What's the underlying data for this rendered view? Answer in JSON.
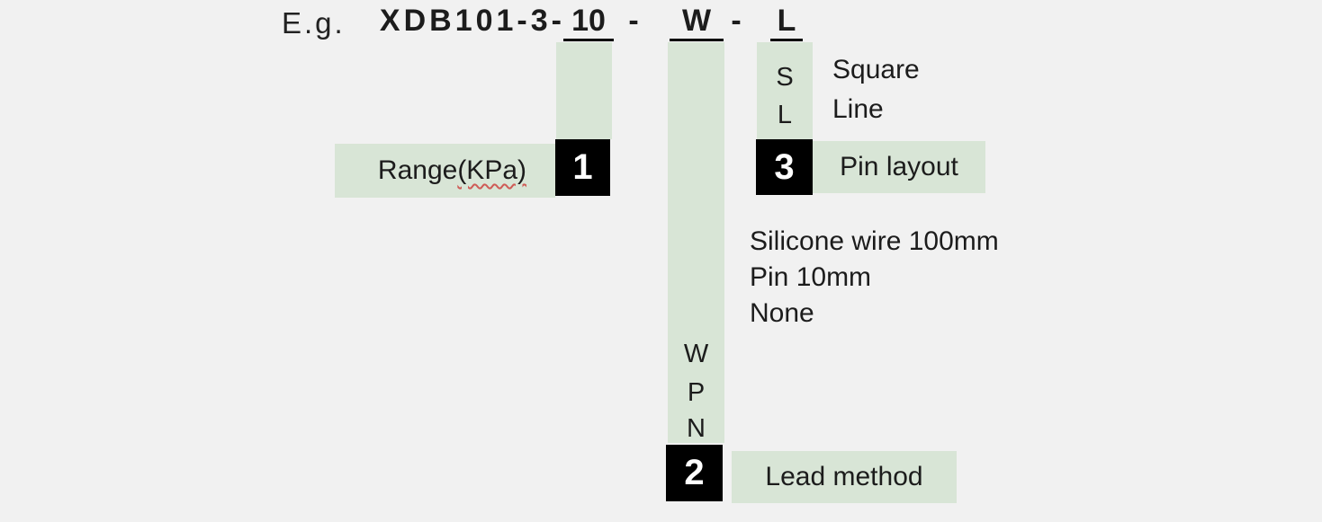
{
  "title": {
    "eg": "E.g.",
    "model_prefix": "XDB101-3-",
    "range_code": "10",
    "separator": "-",
    "lead_code": "W",
    "pin_code": "L"
  },
  "range": {
    "marker_number": "1",
    "label_main": "Range",
    "label_unit": "(KPa)"
  },
  "lead": {
    "marker_number": "2",
    "label": "Lead method",
    "codes": [
      "W",
      "P",
      "N"
    ],
    "options": [
      "Silicone wire 100mm",
      "Pin 10mm",
      "None"
    ]
  },
  "pin": {
    "marker_number": "3",
    "label": "Pin layout",
    "codes": [
      "S",
      "L"
    ],
    "options": [
      "Square",
      "Line"
    ]
  },
  "colors": {
    "highlight_green": "#d8e5d6",
    "marker_black": "#000000",
    "marker_text": "#ffffff",
    "page_background": "#f1f1f1",
    "text": "#1c1c1c",
    "spellcheck_red": "#cf5b56"
  }
}
